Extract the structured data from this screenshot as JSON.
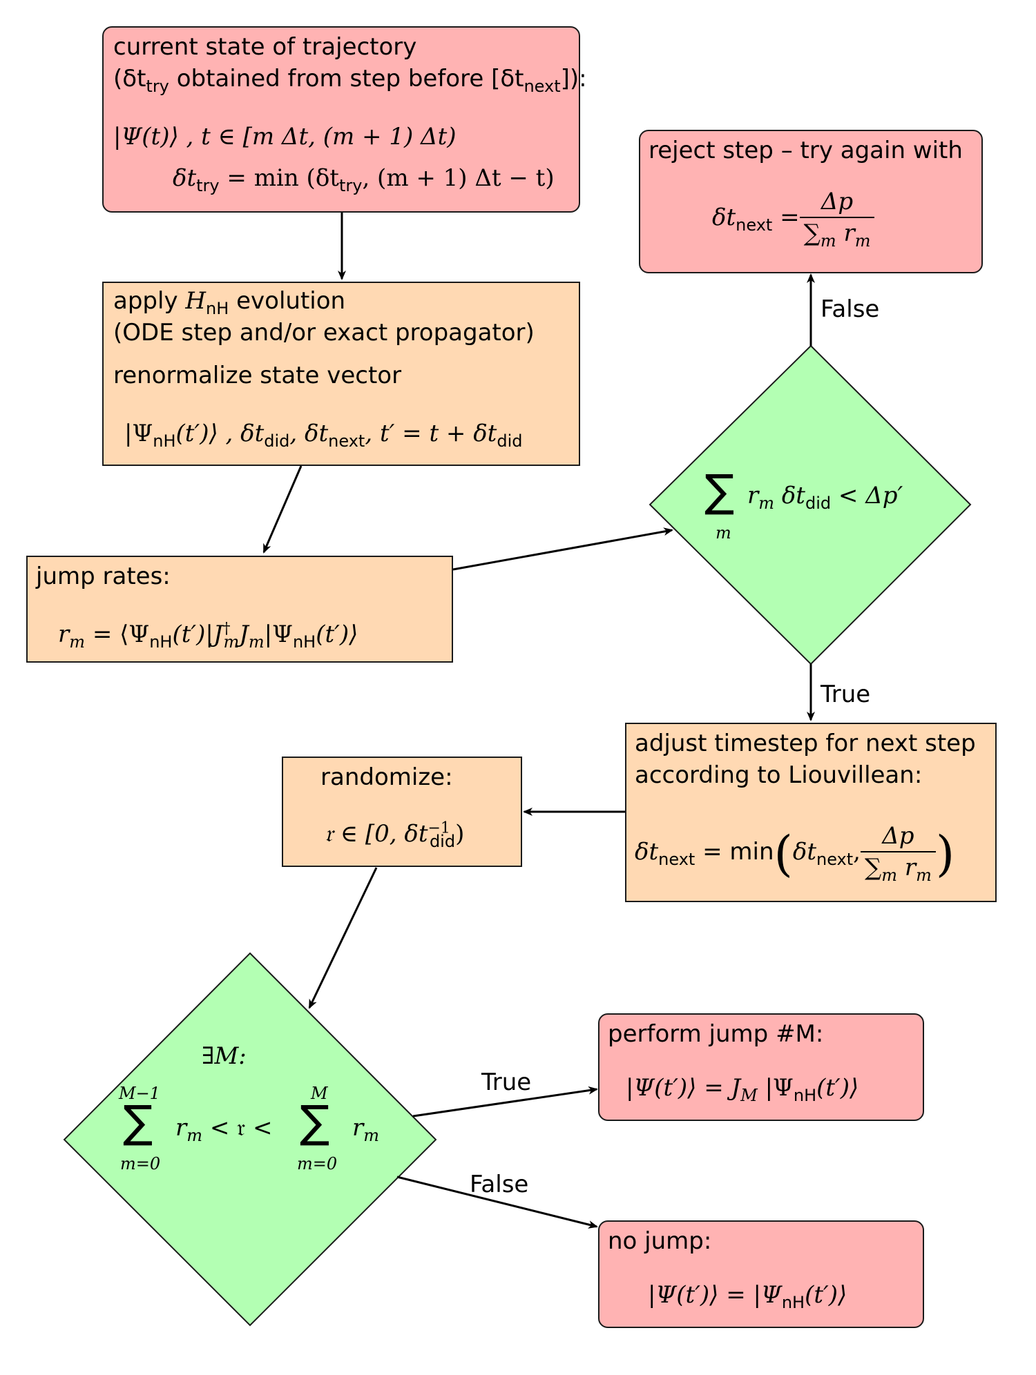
{
  "start_box": {
    "line1": "current state of trajectory",
    "line2": "(δt",
    "line2_sub": "try",
    "line2_rest": " obtained from step before [δt",
    "line2_sub2": "next",
    "line2_end": "]):",
    "eq1": "|Ψ(t)⟩ ,  t ∈ [m Δt, (m + 1) Δt)",
    "eq2_lhs": "δt",
    "eq2_sub": "try",
    "eq2_rhs": " = min (δt",
    "eq2_sub2": "try",
    "eq2_end": ", (m + 1) Δt − t)"
  },
  "apply_box": {
    "line1_pre": "apply ",
    "line1_H": "H",
    "line1_sub": "nH",
    "line1_post": " evolution",
    "line2": "(ODE step and/or exact propagator)",
    "line3": "renormalize state vector",
    "eq": "|Ψ",
    "eq_sub": "nH",
    "eq_rest": "(t′)⟩ ,  δt",
    "eq_sub2": "did",
    "eq_rest2": ",  δt",
    "eq_sub3": "next",
    "eq_rest3": ",  t′ = t + δt",
    "eq_sub4": "did"
  },
  "rates_box": {
    "title": "jump rates:",
    "eq_lhs": "r",
    "eq_lhs_sub": "m",
    "eq_rhs1": " = ⟨Ψ",
    "eq_sub1": "nH",
    "eq_rhs2": "(t′)|J",
    "eq_sup": "†",
    "eq_sub2": "m",
    "eq_rhs3": "J",
    "eq_sub3": "m",
    "eq_rhs4": "|Ψ",
    "eq_sub4": "nH",
    "eq_rhs5": "(t′)⟩"
  },
  "condition_diamond": {
    "sum_symbol": "∑",
    "sum_index": "m",
    "expr1": "r",
    "expr1_sub": "m",
    "expr2": " δt",
    "expr2_sub": "did",
    "expr3": " < Δp′"
  },
  "reject_box": {
    "title": "reject step – try again with",
    "lhs": "δt",
    "lhs_sub": "next",
    "eq": " = ",
    "num": "Δp",
    "den": "∑",
    "den_sub": "m",
    "den_rest": " r",
    "den_rest_sub": "m"
  },
  "adjust_box": {
    "line1": "adjust timestep for next step",
    "line2": "according to Liouvillean:",
    "lhs": "δt",
    "lhs_sub": "next",
    "eq": " = min ",
    "arg1": "δt",
    "arg1_sub": "next",
    "comma": ",",
    "num": "Δp",
    "den": "∑",
    "den_sub": "m",
    "den_rest": " r",
    "den_rest_sub": "m"
  },
  "randomize_box": {
    "title": "randomize:",
    "eq1": "𝔯 ∈ [0, δt",
    "eq_sup": "−1",
    "eq_sub": "did",
    "eq_end": ")"
  },
  "jump_diamond": {
    "exists": "∃M:",
    "sum_symbol": "∑",
    "sum1_upper": "M−1",
    "sum1_lower": "m=0",
    "mid1": "r",
    "mid1_sub": "m",
    "mid2": " < 𝔯 < ",
    "sum2_upper": "M",
    "sum2_lower": "m=0",
    "end": "r",
    "end_sub": "m"
  },
  "perform_box": {
    "title": "perform jump #M:",
    "eq1": "|Ψ(t′)⟩ = J",
    "eq_sub": "M",
    "eq2": " |Ψ",
    "eq_sub2": "nH",
    "eq3": "(t′)⟩"
  },
  "nojump_box": {
    "title": "no jump:",
    "eq1": "|Ψ(t′)⟩ = |Ψ",
    "eq_sub": "nH",
    "eq2": "(t′)⟩"
  },
  "edge_labels": {
    "cond_false": "False",
    "cond_true": "True",
    "jump_true": "True",
    "jump_false": "False"
  },
  "colors": {
    "pink": "#ffb3b3",
    "orange": "#ffd9b3",
    "green": "#b3ffb3",
    "stroke": "#1a1a1a"
  }
}
